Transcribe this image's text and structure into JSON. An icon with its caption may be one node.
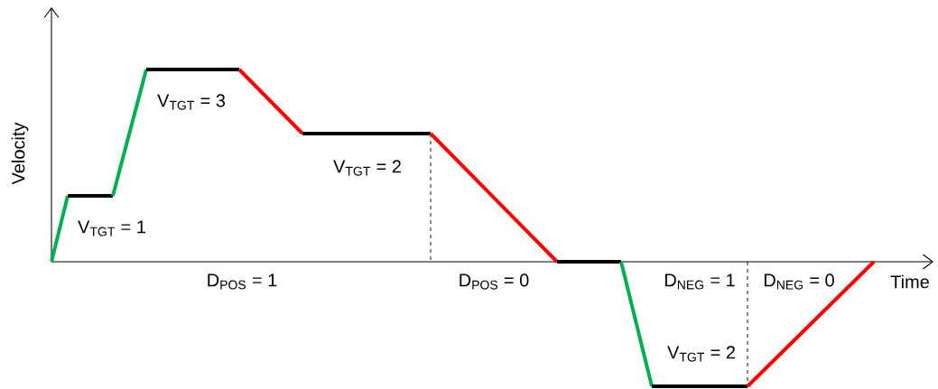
{
  "diagram": {
    "labels": [
      "Velocity",
      "V$_{TGT}$ = 3",
      "V$_{TGT}$ = 2",
      "V$_{TGT}$ = 1",
      "D$_{POS}$ = 1",
      "D$_{POS}$ = 0",
      "D$_{NEG}$ = 1",
      "D$_{NEG}$ = 0",
      "Time",
      "V$_{TGT}$ = 2"
    ]
  }
}
